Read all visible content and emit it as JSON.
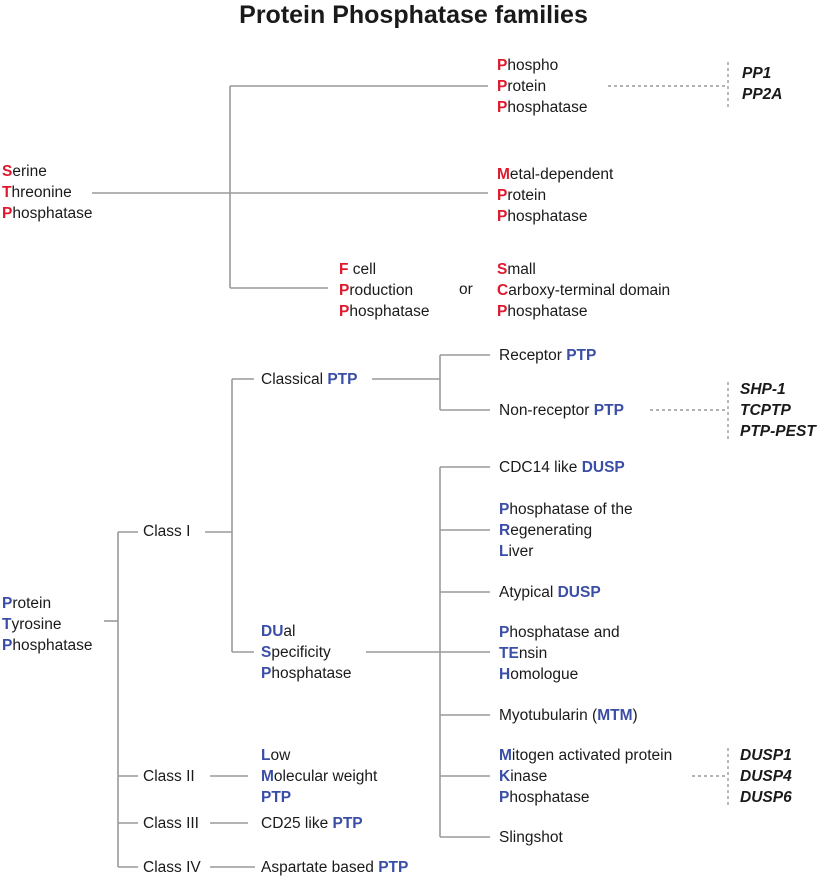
{
  "title": "Protein Phosphatase families",
  "colors": {
    "serine_acronym": "#e0182d",
    "tyrosine_acronym": "#3b4ea6",
    "lines": "#9a9a9a"
  },
  "serine": {
    "root": [
      [
        "S",
        "erine"
      ],
      [
        "T",
        "hreonine"
      ],
      [
        "P",
        "hosphatase"
      ]
    ],
    "ppp": [
      [
        "P",
        "hospho"
      ],
      [
        "P",
        "rotein"
      ],
      [
        "P",
        "hosphatase"
      ]
    ],
    "ppp_examples": [
      "PP1",
      "PP2A"
    ],
    "ppm": [
      [
        "M",
        "etal-dependent"
      ],
      [
        "P",
        "rotein"
      ],
      [
        "P",
        "hosphatase"
      ]
    ],
    "fcp": [
      [
        "F",
        " cell"
      ],
      [
        "P",
        "roduction"
      ],
      [
        "P",
        "hosphatase"
      ]
    ],
    "or": "or",
    "scp": [
      [
        "S",
        "mall"
      ],
      [
        "C",
        "arboxy-terminal domain"
      ],
      [
        "P",
        "hosphatase"
      ]
    ]
  },
  "tyrosine": {
    "root": [
      [
        "P",
        "rotein"
      ],
      [
        "T",
        "yrosine"
      ],
      [
        "P",
        "hosphatase"
      ]
    ],
    "class1": "Class I",
    "class2": "Class II",
    "class3": "Class III",
    "class4": "Class IV",
    "classical": {
      "pre": "Classical ",
      "acr": "PTP"
    },
    "receptor": {
      "pre": "Receptor ",
      "acr": "PTP"
    },
    "nonreceptor": {
      "pre": "Non-receptor ",
      "acr": "PTP"
    },
    "nonreceptor_examples": [
      "SHP-1",
      "TCPTP",
      "PTP-PEST"
    ],
    "dusp": [
      [
        "DU",
        "al"
      ],
      [
        "S",
        "pecificity"
      ],
      [
        "P",
        "hosphatase"
      ]
    ],
    "cdc14": {
      "pre": "CDC14 like ",
      "acr": "DUSP"
    },
    "prl": [
      [
        "P",
        "hosphatase of the"
      ],
      [
        "R",
        "egenerating"
      ],
      [
        "L",
        "iver"
      ]
    ],
    "atypical": {
      "pre": "Atypical ",
      "acr": "DUSP"
    },
    "pten": [
      [
        "P",
        "hosphatase and"
      ],
      [
        "TE",
        "nsin"
      ],
      [
        "H",
        "omologue"
      ]
    ],
    "mtm": {
      "pre": "Myotubularin (",
      "acr": "MTM",
      "post": ")"
    },
    "mkp": [
      [
        "M",
        "itogen activated protein"
      ],
      [
        "K",
        "inase"
      ],
      [
        "P",
        "hosphatase"
      ]
    ],
    "mkp_examples": [
      "DUSP1",
      "DUSP4",
      "DUSP6"
    ],
    "slingshot": "Slingshot",
    "lmw": [
      [
        "L",
        "ow"
      ],
      [
        "M",
        "olecular weight"
      ],
      [
        "PTP",
        ""
      ]
    ],
    "cd25": {
      "pre": "CD25 like ",
      "acr": "PTP"
    },
    "aspartate": {
      "pre": "Aspartate based ",
      "acr": "PTP"
    }
  }
}
